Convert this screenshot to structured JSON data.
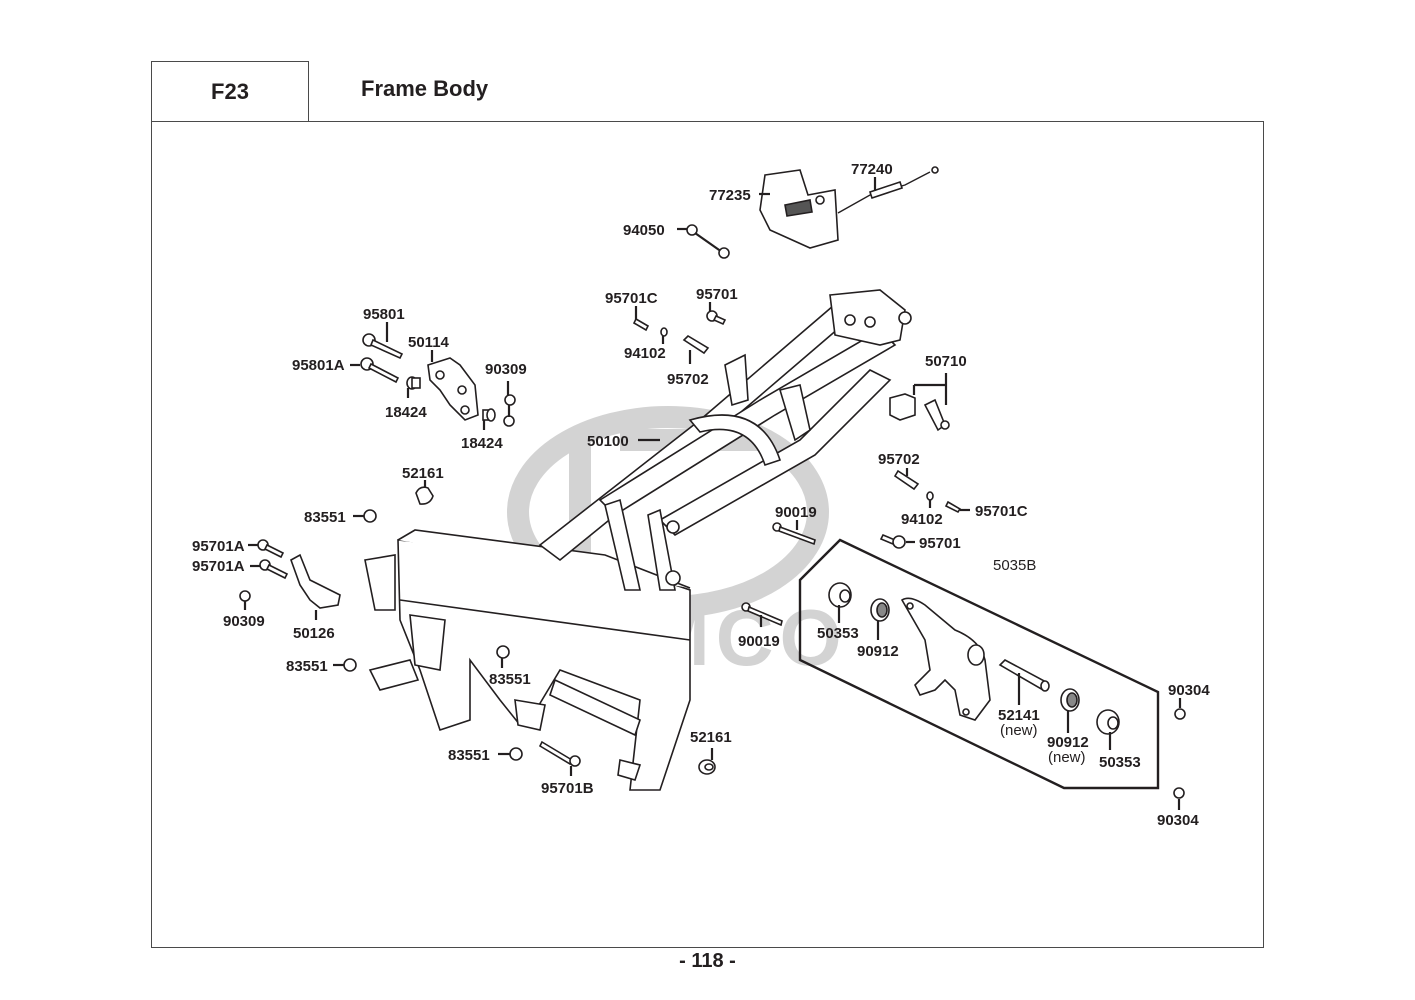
{
  "header": {
    "section_code": "F23",
    "title": "Frame Body"
  },
  "watermark": {
    "brand": "KYMCO"
  },
  "group_box": {
    "label": "5035B"
  },
  "labels": [
    {
      "id": "l-77240",
      "text": "77240"
    },
    {
      "id": "l-77235",
      "text": "77235"
    },
    {
      "id": "l-94050",
      "text": "94050"
    },
    {
      "id": "l-95801",
      "text": "95801"
    },
    {
      "id": "l-50114",
      "text": "50114"
    },
    {
      "id": "l-95801A",
      "text": "95801A"
    },
    {
      "id": "l-90309-top",
      "text": "90309"
    },
    {
      "id": "l-18424-a",
      "text": "18424"
    },
    {
      "id": "l-18424-b",
      "text": "18424"
    },
    {
      "id": "l-95701C-top",
      "text": "95701C"
    },
    {
      "id": "l-95701-top",
      "text": "95701"
    },
    {
      "id": "l-94102-top",
      "text": "94102"
    },
    {
      "id": "l-95702-top",
      "text": "95702"
    },
    {
      "id": "l-50100",
      "text": "50100"
    },
    {
      "id": "l-50710",
      "text": "50710"
    },
    {
      "id": "l-52161-top",
      "text": "52161"
    },
    {
      "id": "l-83551-a",
      "text": "83551"
    },
    {
      "id": "l-95701A-a",
      "text": "95701A"
    },
    {
      "id": "l-95701A-b",
      "text": "95701A"
    },
    {
      "id": "l-90309-left",
      "text": "90309"
    },
    {
      "id": "l-50126",
      "text": "50126"
    },
    {
      "id": "l-83551-b",
      "text": "83551"
    },
    {
      "id": "l-83551-c",
      "text": "83551"
    },
    {
      "id": "l-83551-d",
      "text": "83551"
    },
    {
      "id": "l-95701B",
      "text": "95701B"
    },
    {
      "id": "l-52161-bottom",
      "text": "52161"
    },
    {
      "id": "l-95702-right",
      "text": "95702"
    },
    {
      "id": "l-94102-right",
      "text": "94102"
    },
    {
      "id": "l-95701C-right",
      "text": "95701C"
    },
    {
      "id": "l-90019-a",
      "text": "90019"
    },
    {
      "id": "l-95701-right",
      "text": "95701"
    },
    {
      "id": "l-90019-b",
      "text": "90019"
    },
    {
      "id": "l-50353-a",
      "text": "50353"
    },
    {
      "id": "l-90912-a",
      "text": "90912"
    },
    {
      "id": "l-52141",
      "text": "52141"
    },
    {
      "id": "l-52141-note",
      "text": "(new)"
    },
    {
      "id": "l-90912-b",
      "text": "90912"
    },
    {
      "id": "l-90912-b-note",
      "text": "(new)"
    },
    {
      "id": "l-50353-b",
      "text": "50353"
    },
    {
      "id": "l-90304-a",
      "text": "90304"
    },
    {
      "id": "l-90304-b",
      "text": "90304"
    }
  ],
  "footer": {
    "page_number": "- 118 -"
  }
}
